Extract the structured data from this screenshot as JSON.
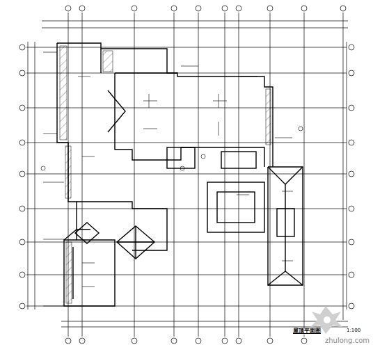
{
  "diagram": {
    "title": "屋顶平面图",
    "labels": [
      "1:100",
      "zhulong.com"
    ]
  }
}
